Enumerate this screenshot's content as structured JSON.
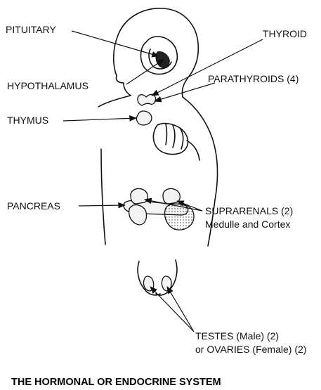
{
  "labels": {
    "pituitary": "PITUITARY",
    "hypothalamus": "HYPOTHALAMUS",
    "thyroid": "THYROID",
    "parathyroids": "PARATHYROIDS (4)",
    "thymus": "THYMUS",
    "pancreas": "PANCREAS",
    "suprarenals_line1": "SUPRARENALS (2)",
    "suprarenals_line2": "Medulle and Cortex",
    "gonads_line1": "TESTES (Male) (2)",
    "gonads_line2": "or OVARIES (Female) (2)"
  },
  "title": "THE HORMONAL OR ENDOCRINE SYSTEM"
}
